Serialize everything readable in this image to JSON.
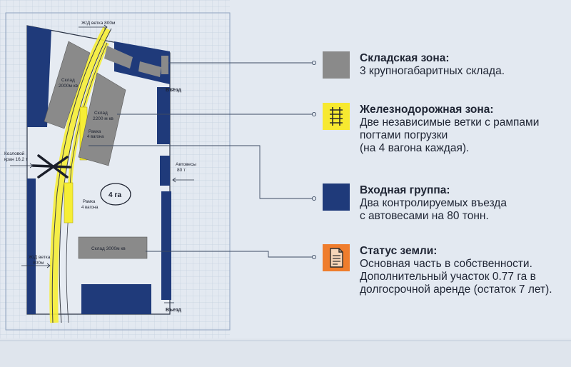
{
  "map": {
    "rail_top_label": "Ж/Д ветка 800м",
    "rail_bottom_label_1": "Ж/Д ветка",
    "rail_bottom_label_2": "800м",
    "warehouse_1_line1": "Склад",
    "warehouse_1_line2": "2000м кв",
    "warehouse_2_line1": "Склад",
    "warehouse_2_line2": "2200 м кв",
    "warehouse_3_label": "Склад 3000м кв",
    "ramp_upper_line1": "Рамка",
    "ramp_upper_line2": "4 вагона",
    "ramp_lower_line1": "Рамка",
    "ramp_lower_line2": "4 вагона",
    "area_label": "4 га",
    "crane_line1": "Козловой",
    "crane_line2": "кран 16,2 т",
    "scales_line1": "Автовесы",
    "scales_line2": "80 т",
    "entry_top": "Въезд",
    "entry_bottom": "Въезд"
  },
  "legend": [
    {
      "title": "Складская зона:",
      "lines": [
        "3 крупногабаритных склада."
      ],
      "icon": "warehouse-swatch",
      "color": "#8a8a8a"
    },
    {
      "title": "Железнодорожная зона:",
      "lines": [
        "Две независимые ветки с рампами",
        "погтами погрузки",
        "(на 4 вагона каждая)."
      ],
      "icon": "railway-track-icon",
      "color": "#f7e930"
    },
    {
      "title": "Входная группа:",
      "lines": [
        "Два контролируемых въезда",
        "с автовесами на 80 тонн."
      ],
      "icon": "entry-swatch",
      "color": "#1f3a7a"
    },
    {
      "title": "Статус земли:",
      "lines": [
        "Основная часть в собственности.",
        "Дополнительный участок 0.77 га в",
        "долгосрочной аренде (остаток 7 лет)."
      ],
      "icon": "document-icon",
      "color": "#ef7d2d"
    }
  ]
}
